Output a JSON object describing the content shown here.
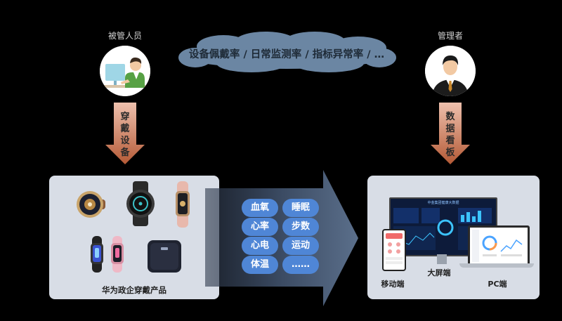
{
  "left_role": {
    "label": "被管人员"
  },
  "right_role": {
    "label": "管理者"
  },
  "cloud": {
    "text": "设备佩戴率 / 日常监测率 / 指标异常率 / …"
  },
  "left_arrow": {
    "chars": [
      "穿",
      "戴",
      "设",
      "备"
    ]
  },
  "right_arrow": {
    "chars": [
      "数",
      "据",
      "看",
      "板"
    ]
  },
  "left_panel": {
    "caption": "华为政企穿戴产品"
  },
  "metrics": [
    "血氧",
    "睡眠",
    "心率",
    "步数",
    "心电",
    "运动",
    "体温",
    "……"
  ],
  "right_panel": {
    "mobile_label": "移动端",
    "bigscreen_label": "大屏端",
    "pc_label": "PC端",
    "dashboard_title": "中金集团健康大数据"
  },
  "colors": {
    "accent_blue": "#4f86d6",
    "panel_bg": "#d8dde6",
    "arrow_gradient_top": "#e9b8a5",
    "arrow_gradient_bottom": "#b9623f",
    "cloud_fill": "#6b86a3"
  }
}
